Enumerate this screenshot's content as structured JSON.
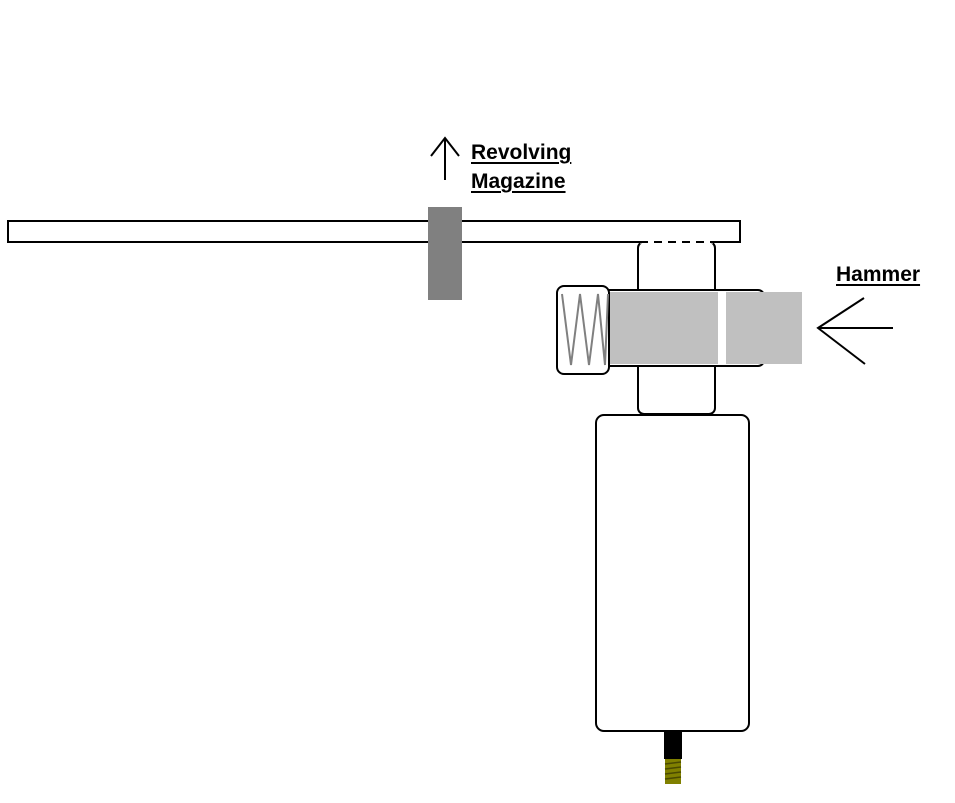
{
  "labels": {
    "revolving_line1": "Revolving",
    "revolving_line2": "Magazine",
    "hammer": "Hammer"
  },
  "colors": {
    "outline": "#000000",
    "background": "#ffffff",
    "magazine_block": "#808080",
    "hammer_rod": "#c0c0c0",
    "spring": "#808080",
    "connector_dark": "#000000",
    "thread": "#808000"
  }
}
